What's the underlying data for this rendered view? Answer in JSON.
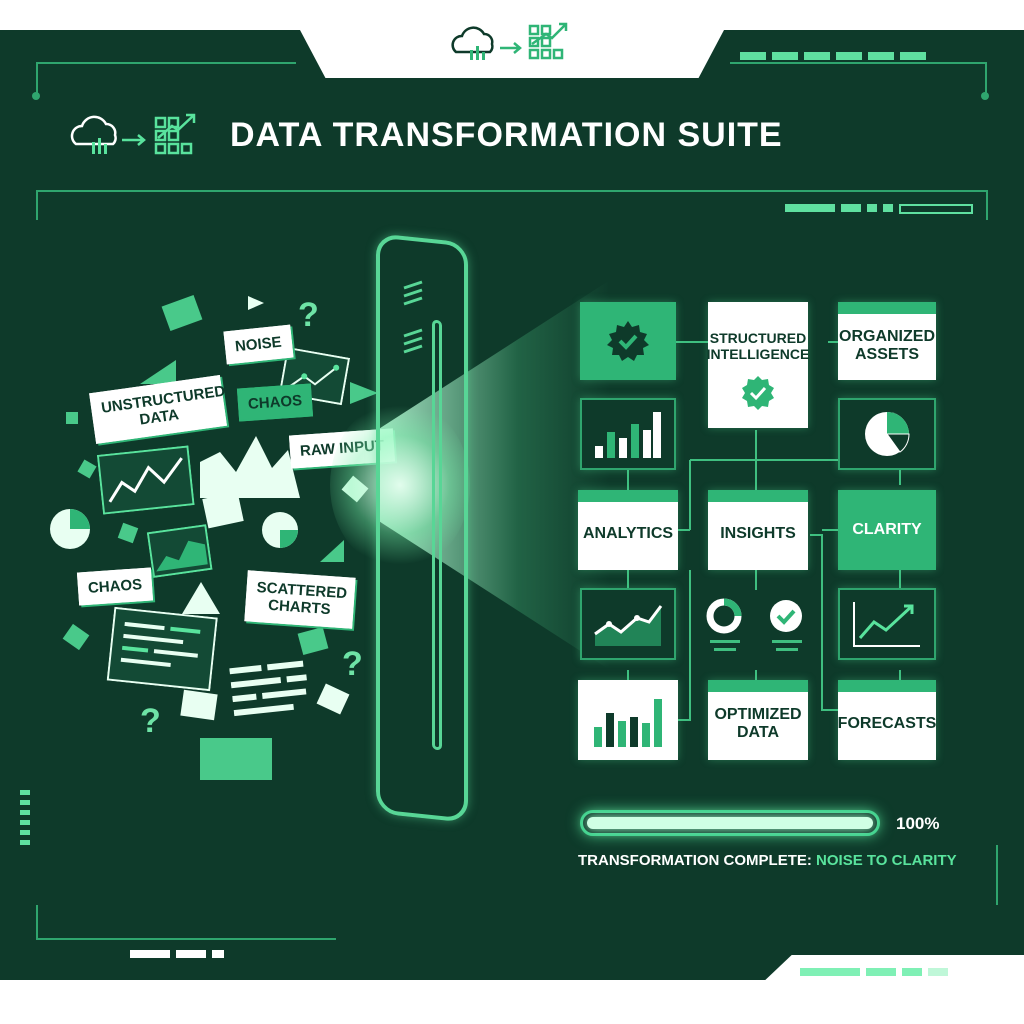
{
  "app": {
    "title": "DATA TRANSFORMATION SUITE"
  },
  "colors": {
    "background": "#0e3a2a",
    "accent": "#2fb576",
    "accent_bright": "#59e39d",
    "surface": "#ffffff"
  },
  "icons": {
    "top_logo": "cloud-to-grid-logo-icon",
    "header_logo": "cloud-to-grid-logo-icon"
  },
  "chaos": {
    "labels": [
      "UNSTRUCTURED DATA",
      "NOISE",
      "CHAOS",
      "RAW INPUT",
      "CHAOS",
      "SCATTERED CHARTS"
    ]
  },
  "grid": {
    "tiles": {
      "gear_check": "gear-check-icon",
      "structured": "STRUCTURED INTELLIGENCE",
      "organized": "ORGANIZED ASSETS",
      "bar_chart": "bar-chart-icon",
      "pie_chart": "pie-chart-icon",
      "analytics": "ANALYTICS",
      "insights": "INSIGHTS",
      "clarity": "CLARITY",
      "area_chart": "area-chart-icon",
      "donut_check": "donut-check-icon",
      "trend_chart": "trend-up-chart-icon",
      "bar_chart_2": "bar-chart-icon",
      "optimized": "OPTIMIZED DATA",
      "forecasts": "FORECASTS"
    }
  },
  "progress": {
    "value": 1.0,
    "percent_label": "100%",
    "status_prefix": "TRANSFORMATION COMPLETE: ",
    "status_highlight": "NOISE TO CLARITY"
  }
}
